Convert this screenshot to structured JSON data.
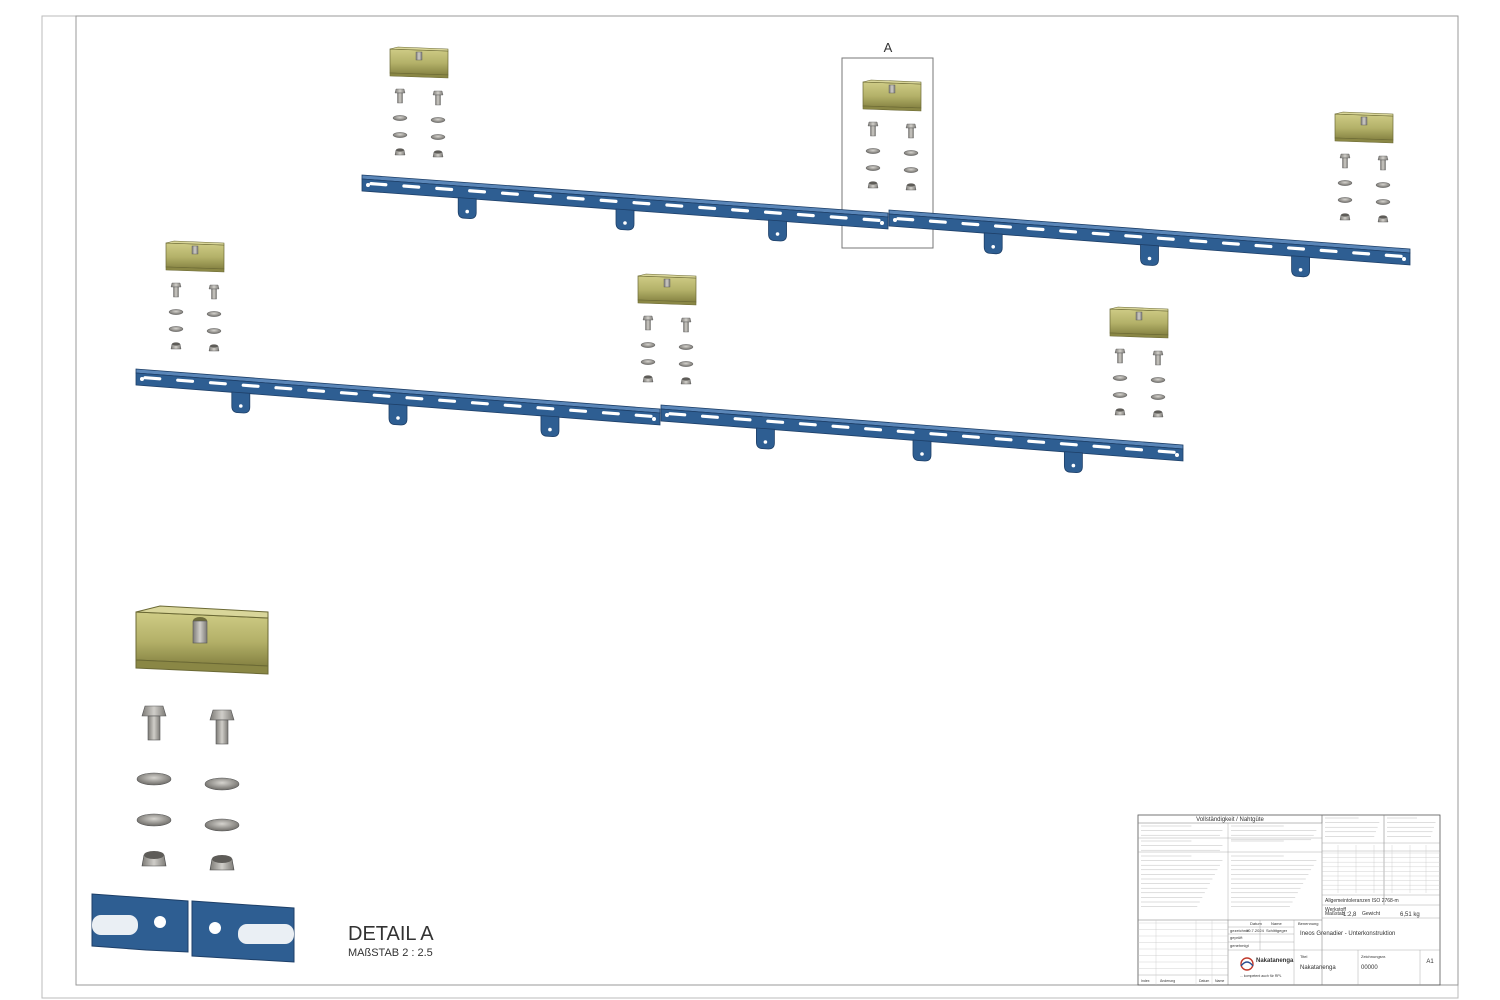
{
  "detail_marker": "A",
  "detail": {
    "title": "DETAIL A",
    "scale": "MAßSTAB 2 : 2.5"
  },
  "title_block": {
    "header": "Vollständigkeit / Nahtgüte",
    "project": "Ineos Grenadier - Unterkonstruktion",
    "company_name": "Nakatanenga",
    "company_tagline": "... kompetent auch für RPL",
    "drawing_name": "Nakatanenga",
    "drawing_number": "00000",
    "sheet_size": "A1",
    "scale_label": "Maßstab",
    "scale_value": "1:2,8",
    "weight_label": "Gewicht",
    "weight_value": "6,51 kg",
    "material_label": "Werkstoff",
    "tolerance_label": "Allgemeintoleranzen ISO 2768-m",
    "date_value": "10.7.2024",
    "drawn_label": "gezeichnet",
    "checked_label": "geprüft",
    "approved_label": "genehmigt",
    "designation_label": "Benennung",
    "date_header": "Datum",
    "name_header": "Name",
    "drawing_no_label": "Zeichnungsnr.",
    "revision_labels": [
      "Index",
      "Änderung",
      "Datum",
      "Name"
    ],
    "designer_name": "Schlittgeger"
  },
  "colors": {
    "rail_blue": "#2e5e92",
    "rail_blue_dark": "#1d3f68",
    "bracket_olive": "#b5b36a",
    "bracket_olive_dark": "#7f7c3f",
    "hardware_grey": "#9c9a95",
    "border": "#555555"
  }
}
